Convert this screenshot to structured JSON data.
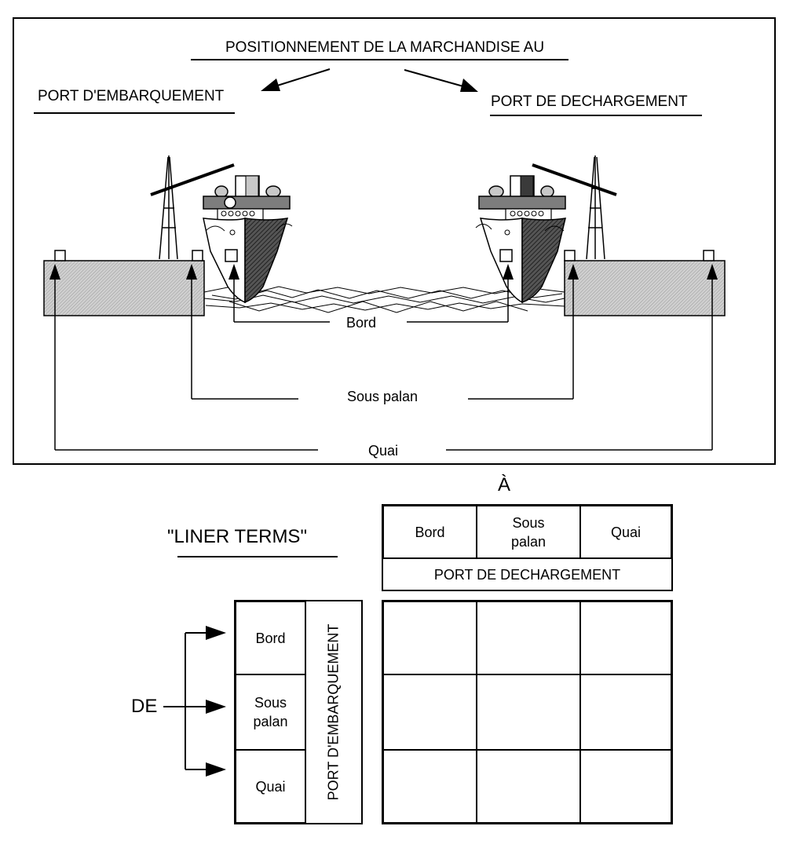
{
  "diagram": {
    "title": "POSITIONNEMENT DE LA MARCHANDISE AU",
    "left_port": "PORT D'EMBARQUEMENT",
    "right_port": "PORT DE DECHARGEMENT",
    "levels": {
      "bord": "Bord",
      "sous_palan": "Sous palan",
      "quai": "Quai"
    }
  },
  "terms": {
    "title": "\"LINER TERMS\"",
    "to_label": "À",
    "from_label": "DE",
    "columns": {
      "bord": "Bord",
      "sous_line1": "Sous",
      "sous_line2": "palan",
      "quai": "Quai"
    },
    "columns_caption": "PORT DE DECHARGEMENT",
    "rows": {
      "bord": "Bord",
      "sous_line1": "Sous",
      "sous_line2": "palan",
      "quai": "Quai"
    },
    "rows_caption": "PORT D'EMBARQUEMENT"
  },
  "colors": {
    "hatch_dark": "#3a3a3a",
    "mid_grey": "#7d7d7d",
    "light_grey": "#c8c8c8",
    "dock_grey": "#bdbdbd"
  }
}
